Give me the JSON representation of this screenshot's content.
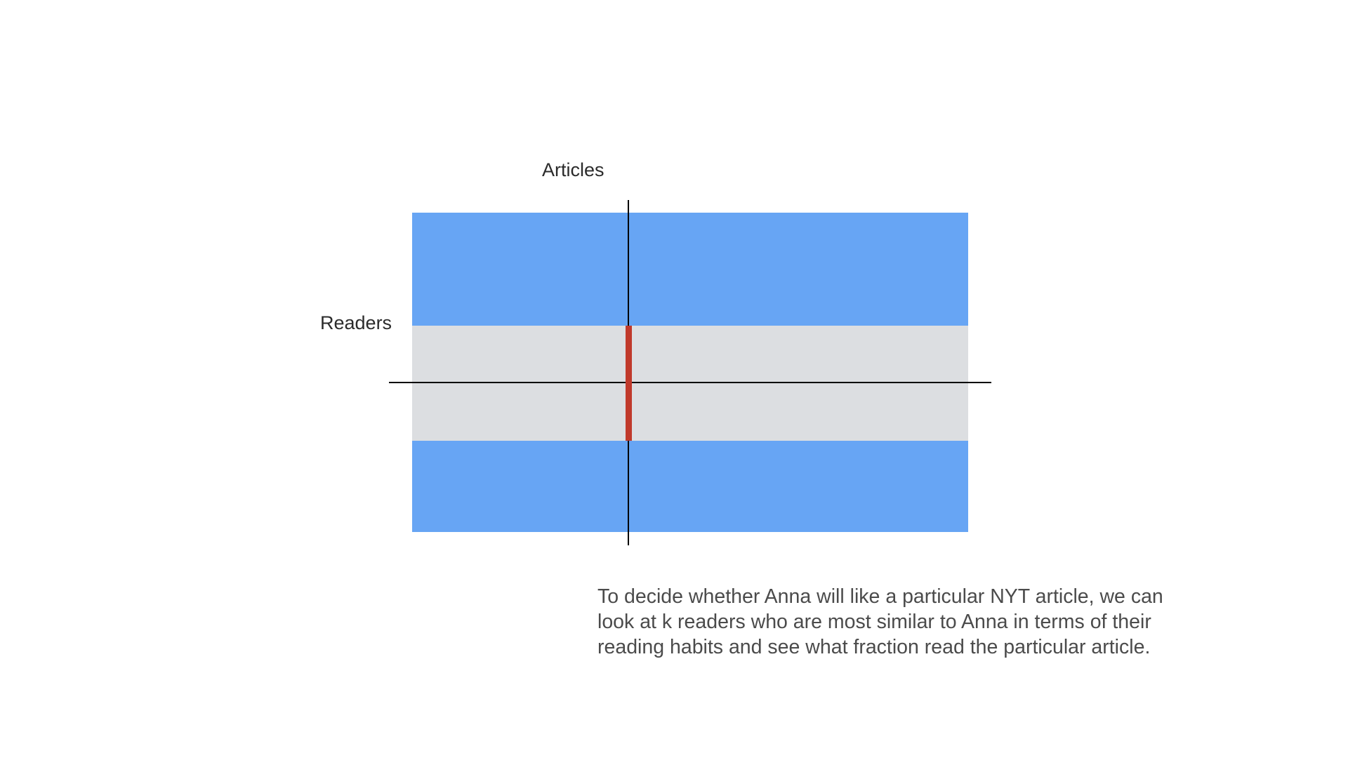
{
  "labels": {
    "articles": "Articles",
    "readers": "Readers"
  },
  "caption": "To decide whether Anna will like a particular NYT article, we can look at k readers who are most similar to Anna in terms of their reading habits and see what fraction read the particular article.",
  "colors": {
    "matrix_fill": "#67a5f4",
    "similar_readers_band": "#dcdee1",
    "highlighted_cells": "#c0392b",
    "axis_lines": "#000000",
    "label_text": "#2b2b2b",
    "caption_text": "#4b4b4b"
  }
}
